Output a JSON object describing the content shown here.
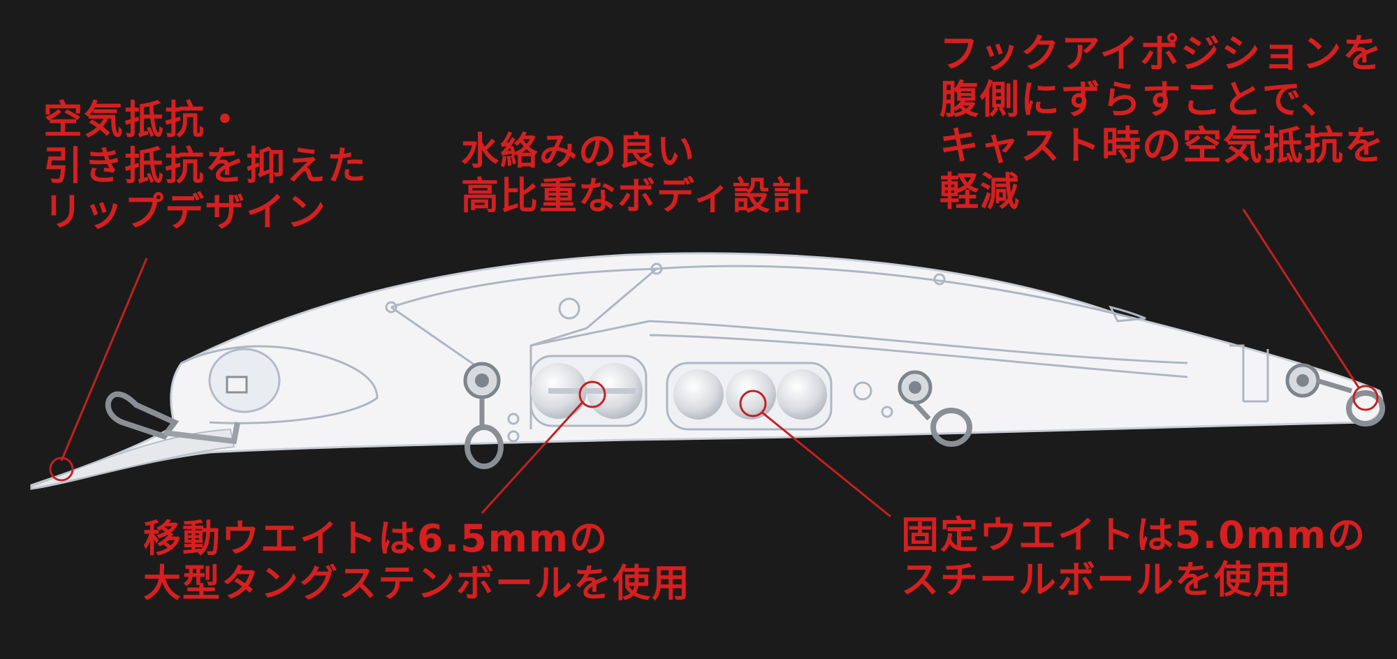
{
  "colors": {
    "background": "#1c1b1b",
    "label_red": "#d61f1f",
    "leader_red": "#c42020",
    "lure_body": "#f4f4f6",
    "lure_lines": "#aeb6c2",
    "hardware": "#8a8f96"
  },
  "callouts": {
    "lip": [
      "空気抵抗・",
      "引き抵抗を抑えた",
      "リップデザイン"
    ],
    "body": [
      "水絡みの良い",
      "高比重なボディ設計"
    ],
    "hook_eye": [
      "フックアイポジションを",
      "腹側にずらすことで、",
      "キャスト時の空気抵抗を",
      "軽減"
    ],
    "moving_weight": [
      "移動ウエイトは6.5mmの",
      "大型タングステンボールを使用"
    ],
    "fixed_weight": [
      "固定ウエイトは5.0mmの",
      "スチールボールを使用"
    ]
  }
}
